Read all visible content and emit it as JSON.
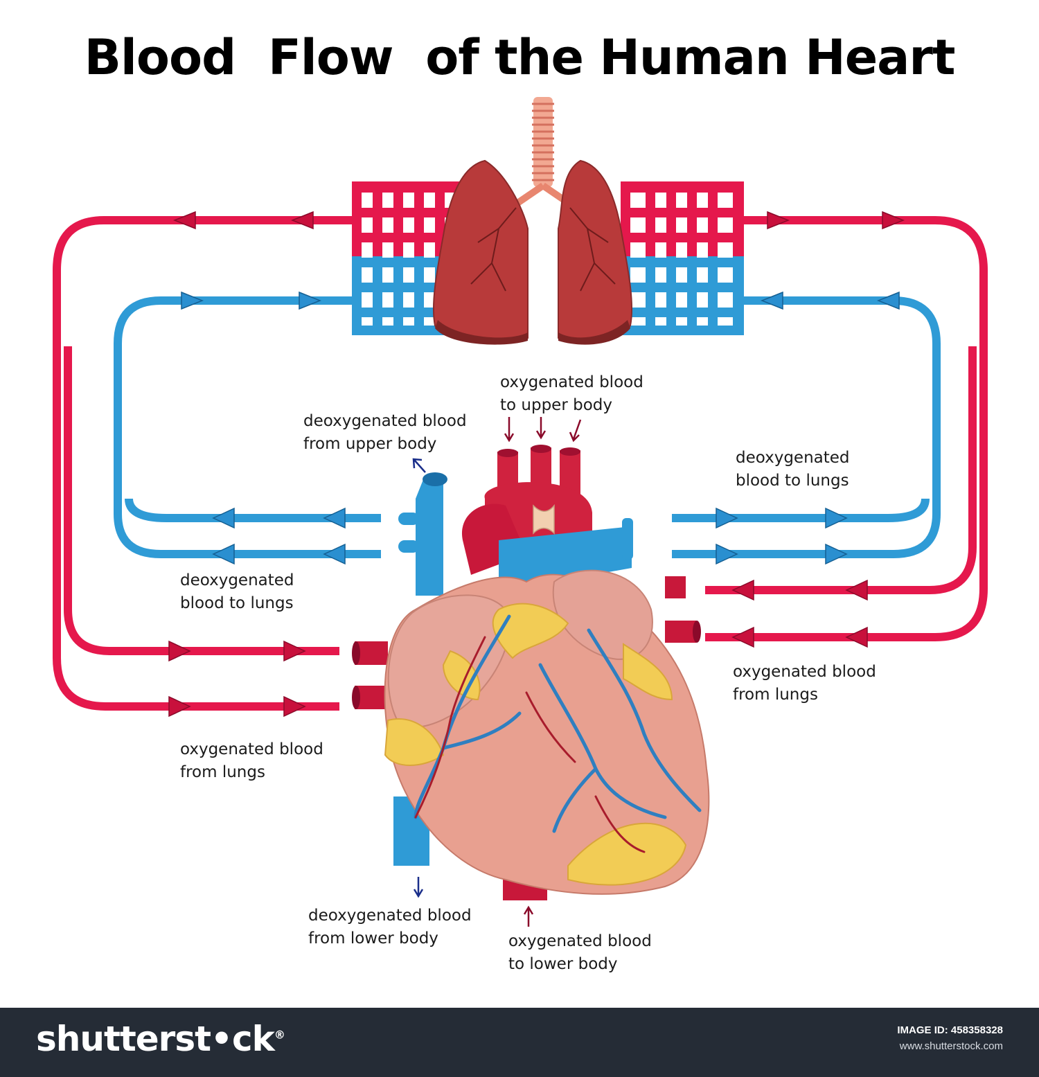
{
  "title": "Blood  Flow  of the Human Heart",
  "labels": {
    "deox_upper": [
      "deoxygenated blood",
      "from upper body"
    ],
    "ox_upper": [
      "oxygenated blood",
      "to upper body"
    ],
    "deox_lungs_left": [
      "deoxygenated",
      "blood to lungs"
    ],
    "deox_lungs_right": [
      "deoxygenated",
      "blood to lungs"
    ],
    "ox_lungs_left": [
      "oxygenated blood",
      "from lungs"
    ],
    "ox_lungs_right": [
      "oxygenated blood",
      "from lungs"
    ],
    "deox_lower": [
      "deoxygenated blood",
      "from lower body"
    ],
    "ox_lower": [
      "oxygenated blood",
      "to lower body"
    ]
  },
  "colors": {
    "oxygenated": "#e5184c",
    "deoxygenated": "#2f9bd6",
    "lung": "#b83a3a",
    "heart": "#e8a090",
    "fat": "#f2cc55",
    "footer": "#252c36"
  },
  "footer": {
    "brand": "shutterst•ck",
    "brand_mark": "®",
    "id_label": "IMAGE ID:",
    "id_value": "458358328",
    "site": "www.shutterstock.com"
  }
}
